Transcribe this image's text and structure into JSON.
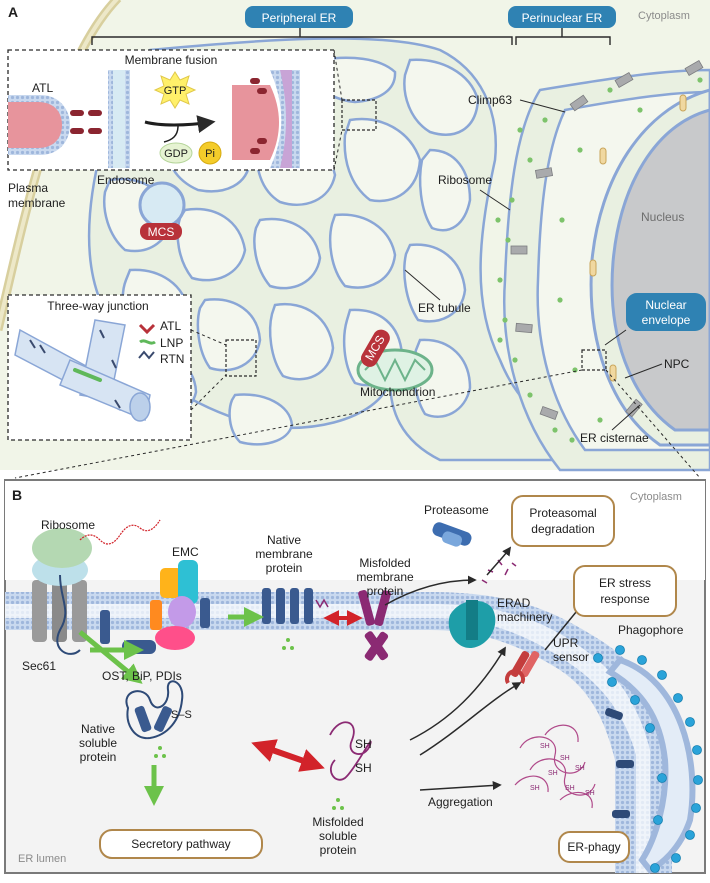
{
  "panel_a": {
    "letter": "A",
    "cytoplasm": "Cytoplasm",
    "peripheral_er": "Peripheral ER",
    "perinuclear_er": "Perinuclear ER",
    "plasma_membrane": [
      "Plasma",
      "membrane"
    ],
    "endosome": "Endosome",
    "mcs": "MCS",
    "mcs2": "MCS",
    "membrane_fusion": "Membrane fusion",
    "atl": "ATL",
    "gtp": "GTP",
    "gdp": "GDP",
    "pi": "Pi",
    "climp63": "Climp63",
    "ribosome": "Ribosome",
    "nucleus": "Nucleus",
    "er_tubule": "ER tubule",
    "three_way_junction": "Three-way junction",
    "legend": {
      "atl": "ATL",
      "lnp": "LNP",
      "rtn": "RTN"
    },
    "nuclear_envelope": [
      "Nuclear",
      "envelope"
    ],
    "npc": "NPC",
    "mitochondrion": "Mitochondrion",
    "er_cisternae": "ER cisternae"
  },
  "panel_b": {
    "letter": "B",
    "cytoplasm": "Cytoplasm",
    "er_lumen": "ER lumen",
    "ribosome": "Ribosome",
    "sec61": "Sec61",
    "emc": "EMC",
    "ost": "OST, BiP, PDIs",
    "native_membrane_protein": [
      "Native",
      "membrane",
      "protein"
    ],
    "misfolded_membrane_protein": [
      "Misfolded",
      "membrane",
      "protein"
    ],
    "proteasome": "Proteasome",
    "proteasomal_degradation": [
      "Proteasomal",
      "degradation"
    ],
    "er_stress_response": [
      "ER stress",
      "response"
    ],
    "erad_machinery": [
      "ERAD",
      "machinery"
    ],
    "upr_sensor": [
      "UPR",
      "sensor"
    ],
    "phagophore": "Phagophore",
    "native_soluble_protein": [
      "Native",
      "soluble",
      "protein"
    ],
    "ss": "S–S",
    "sh1": "SH",
    "sh2": "SH",
    "misfolded_soluble_protein": [
      "Misfolded",
      "soluble",
      "protein"
    ],
    "aggregation": "Aggregation",
    "secretory_pathway": "Secretory pathway",
    "er_phagy": "ER-phagy"
  },
  "colors": {
    "er_membrane": "#8aa6d6",
    "er_fill": "#eef3e6",
    "cytoplasm_fill": "#f1f5e8",
    "nucleus": "#c8c9cb",
    "pill_blue": "#2f82b3",
    "mcs_red": "#b8323a",
    "box_border": "#b0874b",
    "green_arrow": "#6cc24a",
    "red_arrow": "#d2232a"
  }
}
